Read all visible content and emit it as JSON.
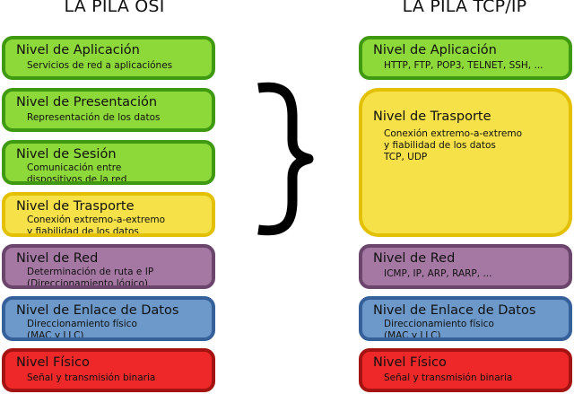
{
  "osi": {
    "title": "LA PILA OSI",
    "layers": [
      {
        "name": "Nivel de Aplicación",
        "desc": "Servicios de red a aplicaciónes"
      },
      {
        "name": "Nivel de Presentación",
        "desc": "Representación de los datos"
      },
      {
        "name": "Nivel de Sesión",
        "desc": "Comunicación entre\ndispositivos de la red"
      },
      {
        "name": "Nivel de Trasporte",
        "desc": "Conexión extremo-a-extremo\ny fiabilidad de los datos"
      },
      {
        "name": "Nivel de Red",
        "desc": "Determinación de ruta e IP\n(Direccionamiento lógico)"
      },
      {
        "name": "Nivel de Enlace de Datos",
        "desc": "Direccionamiento físico\n(MAC y LLC)"
      },
      {
        "name": "Nivel Físico",
        "desc": "Señal y transmisión binaria"
      }
    ]
  },
  "tcp": {
    "title": "LA PILA TCP/IP",
    "layers": [
      {
        "name": "Nivel de Aplicación",
        "desc": "HTTP, FTP, POP3, TELNET, SSH, ..."
      },
      {
        "name": "Nivel de Trasporte",
        "desc": "Conexión extremo-a-extremo\ny fiabilidad de los datos\nTCP, UDP"
      },
      {
        "name": "Nivel de Red",
        "desc": "ICMP, IP, ARP, RARP, ..."
      },
      {
        "name": "Nivel de Enlace de Datos",
        "desc": "Direccionamiento físico\n(MAC y LLC)"
      },
      {
        "name": "Nivel Físico",
        "desc": "Señal y transmisión binaria"
      }
    ]
  },
  "colors": {
    "green": "#8ed93a",
    "yellow": "#f6e149",
    "purple": "#a578a3",
    "blue": "#6c99c9",
    "red": "#ee2828"
  },
  "icons": {
    "brace": "curly-brace-icon"
  }
}
